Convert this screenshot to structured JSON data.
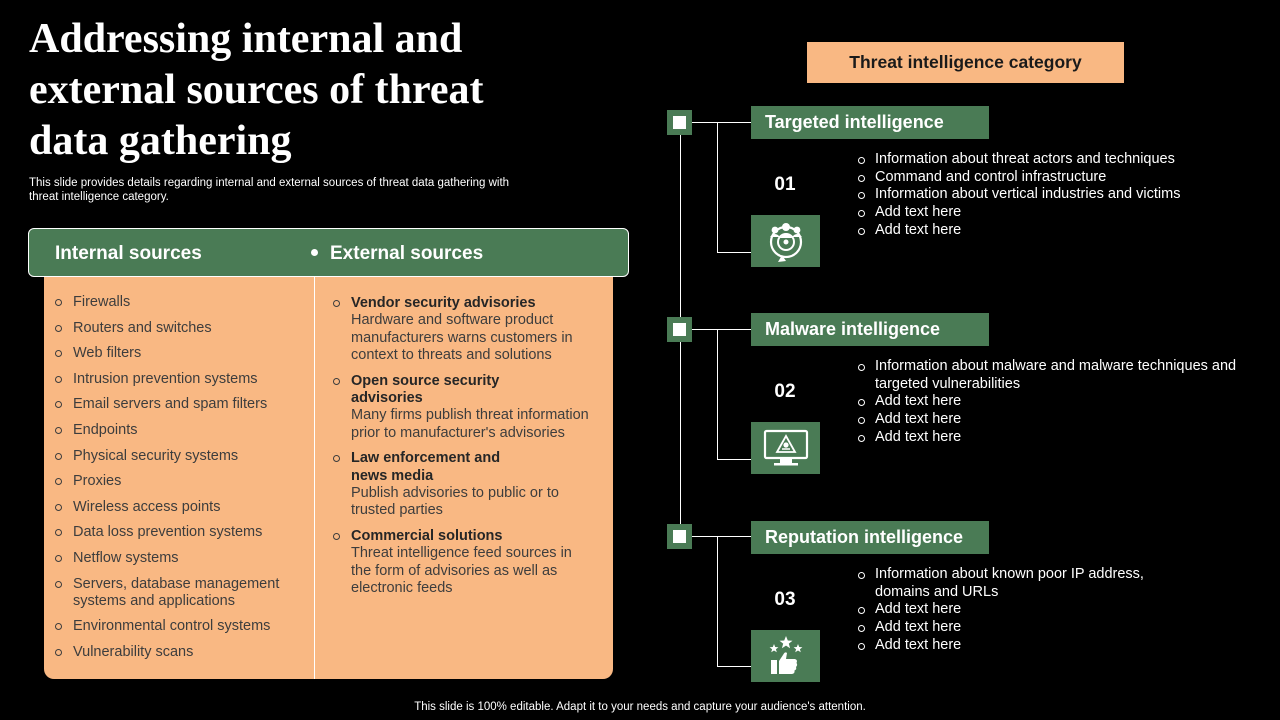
{
  "slide": {
    "title": "Addressing internal and external sources of threat data gathering",
    "subtitle": "This slide provides details regarding internal and external sources of threat data gathering with threat intelligence category.",
    "footer": "This slide is 100% editable. Adapt it to your needs and capture your audience's attention."
  },
  "sources": {
    "internal_label": "Internal sources",
    "external_label": "External sources",
    "internal_items": [
      "Firewalls",
      "Routers and switches",
      "Web filters",
      "Intrusion prevention systems",
      "Email servers and spam filters",
      "Endpoints",
      "Physical security systems",
      "Proxies",
      "Wireless access points",
      "Data loss prevention systems",
      "Netflow systems",
      "Servers, database management systems and applications",
      "Environmental control systems",
      "Vulnerability scans"
    ],
    "external_items": [
      {
        "title": "Vendor security advisories",
        "desc": "Hardware and software product manufacturers warns customers in context to threats and solutions"
      },
      {
        "title": "Open source security advisories",
        "desc": "Many firms publish threat information prior to manufacturer's advisories"
      },
      {
        "title": "Law enforcement and news media",
        "desc": "Publish advisories to public or to trusted parties"
      },
      {
        "title": "Commercial solutions",
        "desc": "Threat intelligence feed sources in the form of advisories as well as electronic feeds"
      }
    ]
  },
  "categories": {
    "heading": "Threat intelligence category",
    "items": [
      {
        "label": "Targeted intelligence",
        "number": "01",
        "icon": "target-users-icon",
        "points": [
          "Information about threat actors and techniques",
          "Command and control infrastructure",
          "Information about vertical industries and victims",
          "Add text here",
          "Add text here"
        ]
      },
      {
        "label": "Malware intelligence",
        "number": "02",
        "icon": "monitor-malware-icon",
        "points": [
          "Information about malware and malware techniques and targeted vulnerabilities",
          "Add text here",
          "Add text here",
          "Add text here"
        ]
      },
      {
        "label": "Reputation intelligence",
        "number": "03",
        "icon": "thumbs-up-stars-icon",
        "points": [
          "Information about known poor IP address, domains and URLs",
          "Add text here",
          "Add text here",
          "Add text here"
        ]
      }
    ]
  },
  "colors": {
    "green": "#4a7b55",
    "peach": "#f9b883",
    "background": "#000000"
  }
}
